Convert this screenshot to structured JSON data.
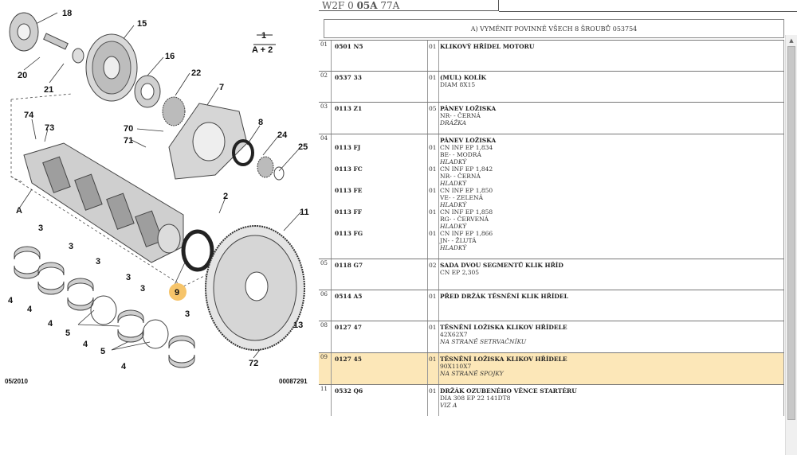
{
  "header": {
    "code_prefix": "W2F 0 ",
    "code_bold": "05A",
    "code_suffix": " 77A"
  },
  "section_title": "A) VYMĚNIT POVINNĚ VŠECH 8 ŠROUBŮ 053754",
  "rows": [
    {
      "no": "01",
      "lines": [
        {
          "ref": "0501 N5",
          "qty": "01",
          "desc": "KLIKOVÝ HŘÍDEL MOTORU",
          "style": "b"
        }
      ]
    },
    {
      "no": "02",
      "lines": [
        {
          "ref": "0537 33",
          "qty": "01",
          "desc": "(MUL) KOLÍK",
          "style": "b"
        },
        {
          "desc": "DIAM 8X15",
          "style": "n"
        }
      ]
    },
    {
      "no": "03",
      "lines": [
        {
          "ref": "0113 Z1",
          "qty": "05",
          "desc": "PÁNEV LOŽISKA",
          "style": "b"
        },
        {
          "desc": "NR- - ČERNÁ",
          "style": "n"
        },
        {
          "desc": "DRÁŽKA",
          "style": "i"
        }
      ]
    },
    {
      "no": "04",
      "lines": [
        {
          "desc": "PÁNEV LOŽISKA",
          "style": "b"
        },
        {
          "ref": "0113 FJ",
          "qty": "01",
          "desc": "CN INF EP 1,834",
          "style": "n"
        },
        {
          "desc": "BE- - MODRÁ",
          "style": "n"
        },
        {
          "desc": "HLADKÝ",
          "style": "i"
        },
        {
          "ref": "0113 FC",
          "qty": "01",
          "desc": "CN INF EP 1,842",
          "style": "n"
        },
        {
          "desc": "NR- - ČERNÁ",
          "style": "n"
        },
        {
          "desc": "HLADKÝ",
          "style": "i"
        },
        {
          "ref": "0113 FE",
          "qty": "01",
          "desc": "CN INF EP 1,850",
          "style": "n"
        },
        {
          "desc": "VE- - ZELENÁ",
          "style": "n"
        },
        {
          "desc": "HLADKÝ",
          "style": "i"
        },
        {
          "ref": "0113 FF",
          "qty": "01",
          "desc": "CN INF EP 1,858",
          "style": "n"
        },
        {
          "desc": "RG- - ČERVENÁ",
          "style": "n"
        },
        {
          "desc": "HLADKÝ",
          "style": "i"
        },
        {
          "ref": "0113 FG",
          "qty": "01",
          "desc": "CN INF EP 1,866",
          "style": "n"
        },
        {
          "desc": "JN- - ŽLUTÁ",
          "style": "n"
        },
        {
          "desc": "HLADKÝ",
          "style": "i"
        }
      ]
    },
    {
      "no": "05",
      "lines": [
        {
          "ref": "0118 G7",
          "qty": "02",
          "desc": "SADA DVOU SEGMENTŮ KLIK HŘÍD",
          "style": "b"
        },
        {
          "desc": "CN EP 2,305",
          "style": "n"
        }
      ]
    },
    {
      "no": "06",
      "lines": [
        {
          "ref": "0514 A5",
          "qty": "01",
          "desc": "PŘED DRŽÁK TĚSNĚNÍ KLIK HŘÍDEL",
          "style": "b"
        }
      ]
    },
    {
      "no": "08",
      "lines": [
        {
          "ref": "0127 47",
          "qty": "01",
          "desc": "TĚSNĚNÍ LOŽISKA KLIKOV HŘÍDELE",
          "style": "b"
        },
        {
          "desc": "42X62X7",
          "style": "n"
        },
        {
          "desc": "NA STRANĚ SETRVAČNÍKU",
          "style": "i"
        }
      ]
    },
    {
      "no": "09",
      "selected": true,
      "lines": [
        {
          "ref": "0127 45",
          "qty": "01",
          "desc": "TĚSNĚNÍ LOŽISKA KLIKOV HŘÍDELE",
          "style": "b"
        },
        {
          "desc": "90X110X7",
          "style": "n"
        },
        {
          "desc": "NA STRANĚ SPOJKY",
          "style": "i"
        }
      ]
    },
    {
      "no": "11",
      "lines": [
        {
          "ref": "0532 Q6",
          "qty": "01",
          "desc": "DRŽÁK OZUBENÉHO VĚNCE STARTÉRU",
          "style": "b"
        },
        {
          "desc": "DIA 308 EP 22 141DT8",
          "style": "n"
        },
        {
          "desc": "VIZ A",
          "style": "i"
        }
      ]
    }
  ],
  "diagram": {
    "callouts": [
      "18",
      "15",
      "16",
      "22",
      "7",
      "1",
      "A + 2",
      "20",
      "21",
      "74",
      "73",
      "70",
      "71",
      "8",
      "24",
      "25",
      "A",
      "2",
      "11",
      "3",
      "3",
      "3",
      "3",
      "3",
      "3",
      "4",
      "4",
      "4",
      "5",
      "5",
      "4",
      "4",
      "9",
      "13",
      "72"
    ],
    "date": "05/2010",
    "ref_no": "00087291",
    "highlight_color": "#f6c46a"
  }
}
